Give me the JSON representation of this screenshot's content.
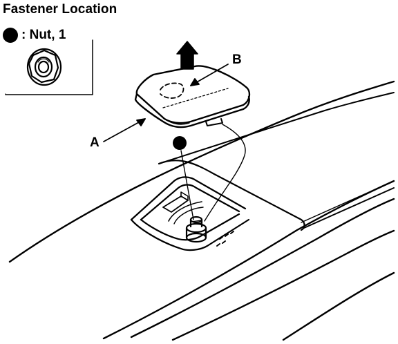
{
  "title": "Fastener Location",
  "legend": {
    "symbol": "filled-circle-icon",
    "text": ": Nut, 1"
  },
  "callouts": {
    "a": "A",
    "b": "B"
  },
  "colors": {
    "ink": "#000000",
    "paper": "#ffffff"
  }
}
